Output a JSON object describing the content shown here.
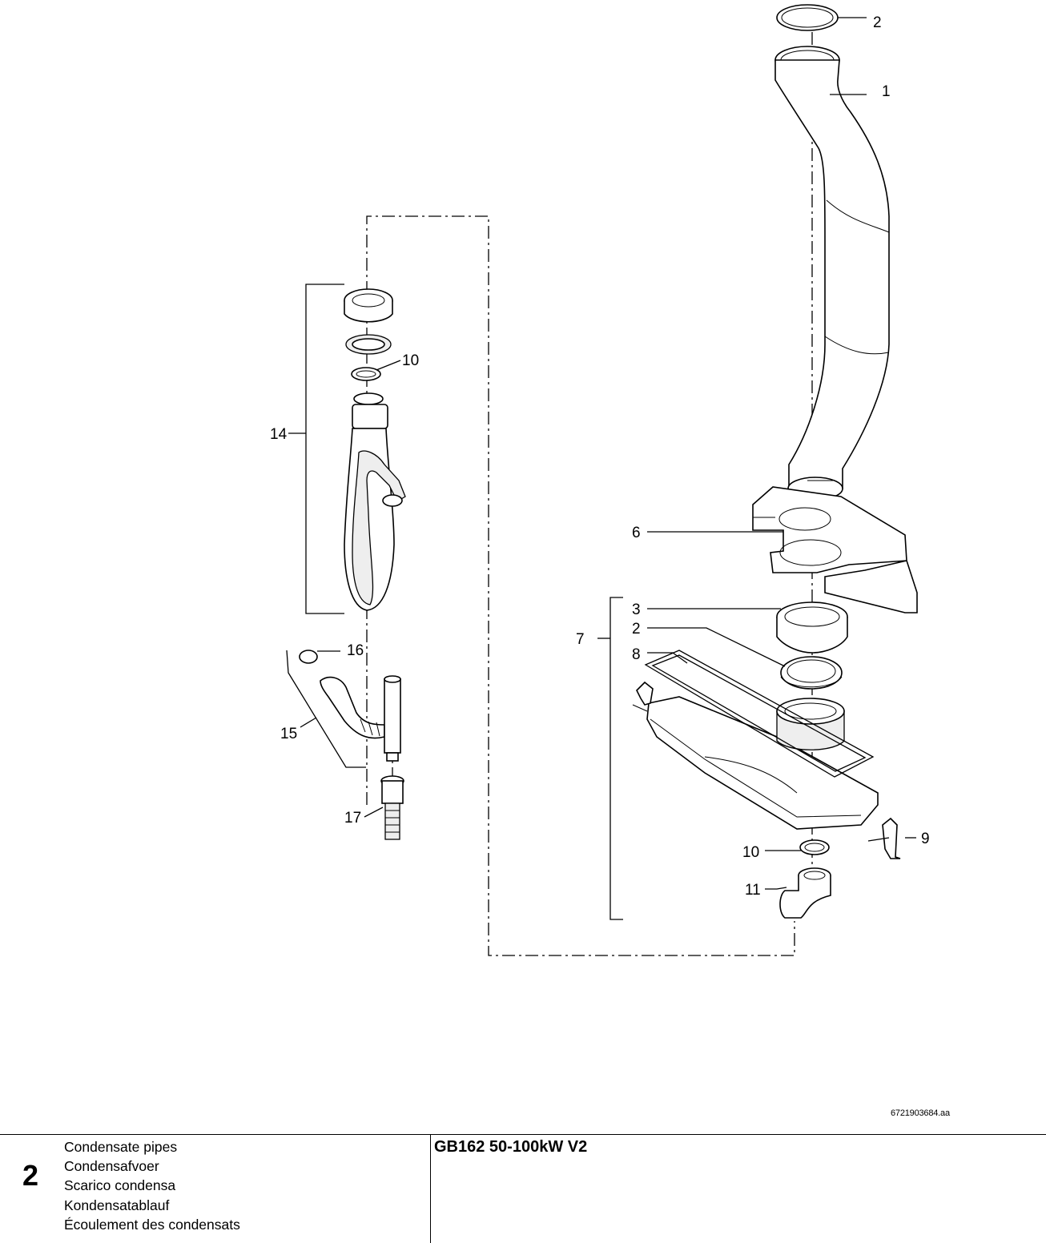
{
  "callouts": {
    "c1": "1",
    "c2a": "2",
    "c2b": "2",
    "c3": "3",
    "c6": "6",
    "c7": "7",
    "c8": "8",
    "c9": "9",
    "c10a": "10",
    "c10b": "10",
    "c11": "11",
    "c14": "14",
    "c15": "15",
    "c16": "16",
    "c17": "17"
  },
  "doc_ref": "6721903684.aa",
  "footer": {
    "sheet_number": "2",
    "titles": [
      "Condensate pipes",
      "Condensafvoer",
      "Scarico condensa",
      "Kondensatablauf",
      "Écoulement des condensats"
    ],
    "model": "GB162 50-100kW V2"
  }
}
